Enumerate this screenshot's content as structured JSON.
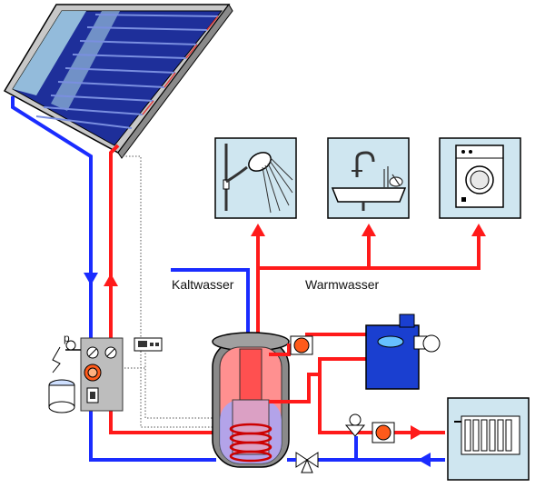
{
  "labels": {
    "cold_water": "Kaltwasser",
    "warm_water": "Warmwasser",
    "gauge_p": "p"
  },
  "colors": {
    "hot": "#ff1a1a",
    "cold": "#1a2cff",
    "panel_frame": "#bfbfbf",
    "collector": "#1e2f9a",
    "fixture_bg": "#cfe6f0",
    "tank_inner": "#ff8080",
    "boiler": "#1a3fd0",
    "pump": "#ff5a1a",
    "gray_unit": "#bdbdbd"
  },
  "icons": {
    "collector": "solar-collector-icon",
    "shower": "shower-icon",
    "sink": "sink-icon",
    "washer": "washing-machine-icon",
    "boiler": "boiler-icon",
    "radiator": "radiator-icon",
    "tank": "storage-tank-icon",
    "controller": "controller-icon",
    "expansion": "expansion-vessel-icon"
  }
}
